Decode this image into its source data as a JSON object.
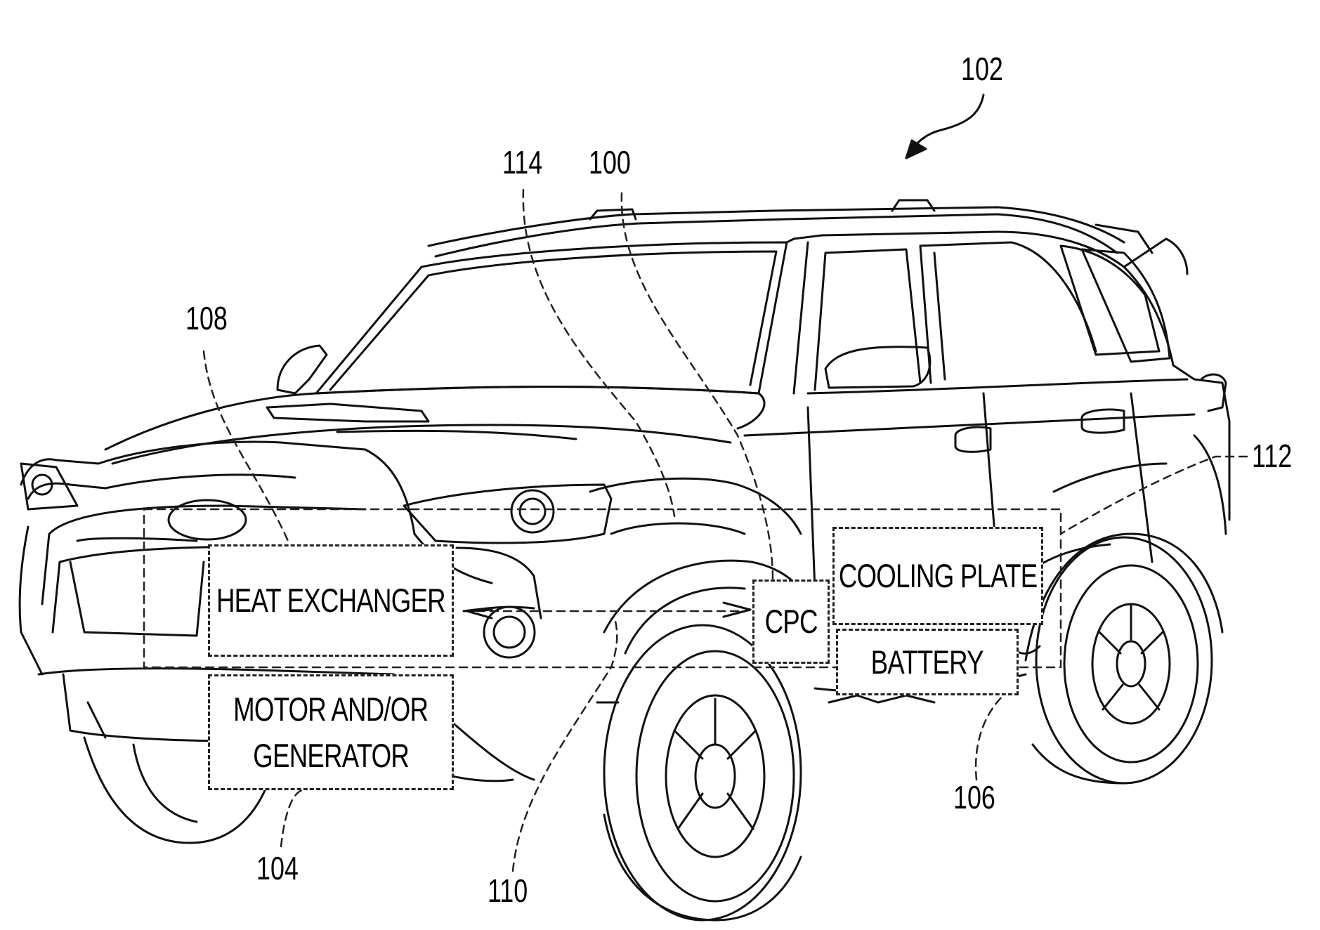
{
  "figure": {
    "reference_numerals": {
      "vehicle": "102",
      "coolant_line": "114",
      "system": "100",
      "heat_exchanger": "108",
      "line_112": "112",
      "motor_generator": "104",
      "cpc_line": "110",
      "battery": "106"
    },
    "components": {
      "heat_exchanger": "HEAT EXCHANGER",
      "motor_generator_line1": "MOTOR AND/OR",
      "motor_generator_line2": "GENERATOR",
      "cpc": "CPC",
      "cooling_plate": "COOLING PLATE",
      "battery": "BATTERY"
    }
  }
}
